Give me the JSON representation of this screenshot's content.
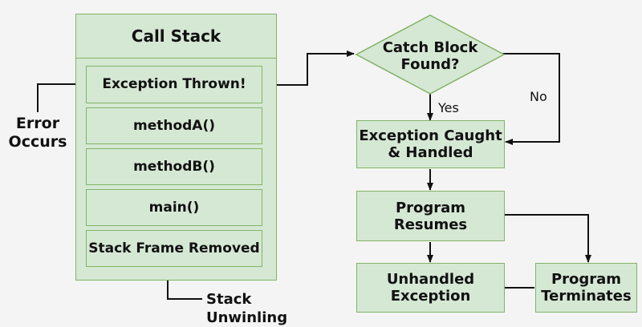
{
  "call_stack": {
    "title": "Call Stack",
    "frames": [
      "Exception Thrown!",
      "methodA()",
      "methodB()",
      "main()",
      "Stack Frame Removed"
    ]
  },
  "error_occurs": {
    "line1": "Error",
    "line2": "Occurs"
  },
  "stack_unwinding_label": "Stack Unwinling",
  "decision": {
    "line1": "Catch Block",
    "line2": "Found?"
  },
  "branches": {
    "yes": "Yes",
    "no": "No"
  },
  "exception_caught": {
    "line1": "Exception Caught",
    "line2": "& Handled"
  },
  "program_resumes": "Program Resumes",
  "unhandled_exception": {
    "line1": "Unhandled",
    "line2": "Exception"
  },
  "program_terminates": {
    "line1": "Program",
    "line2": "Terminates"
  },
  "colors": {
    "box_fill": "#d5e8d4",
    "box_border": "#82b366",
    "line": "#111111",
    "background": "#f4f4f4"
  }
}
